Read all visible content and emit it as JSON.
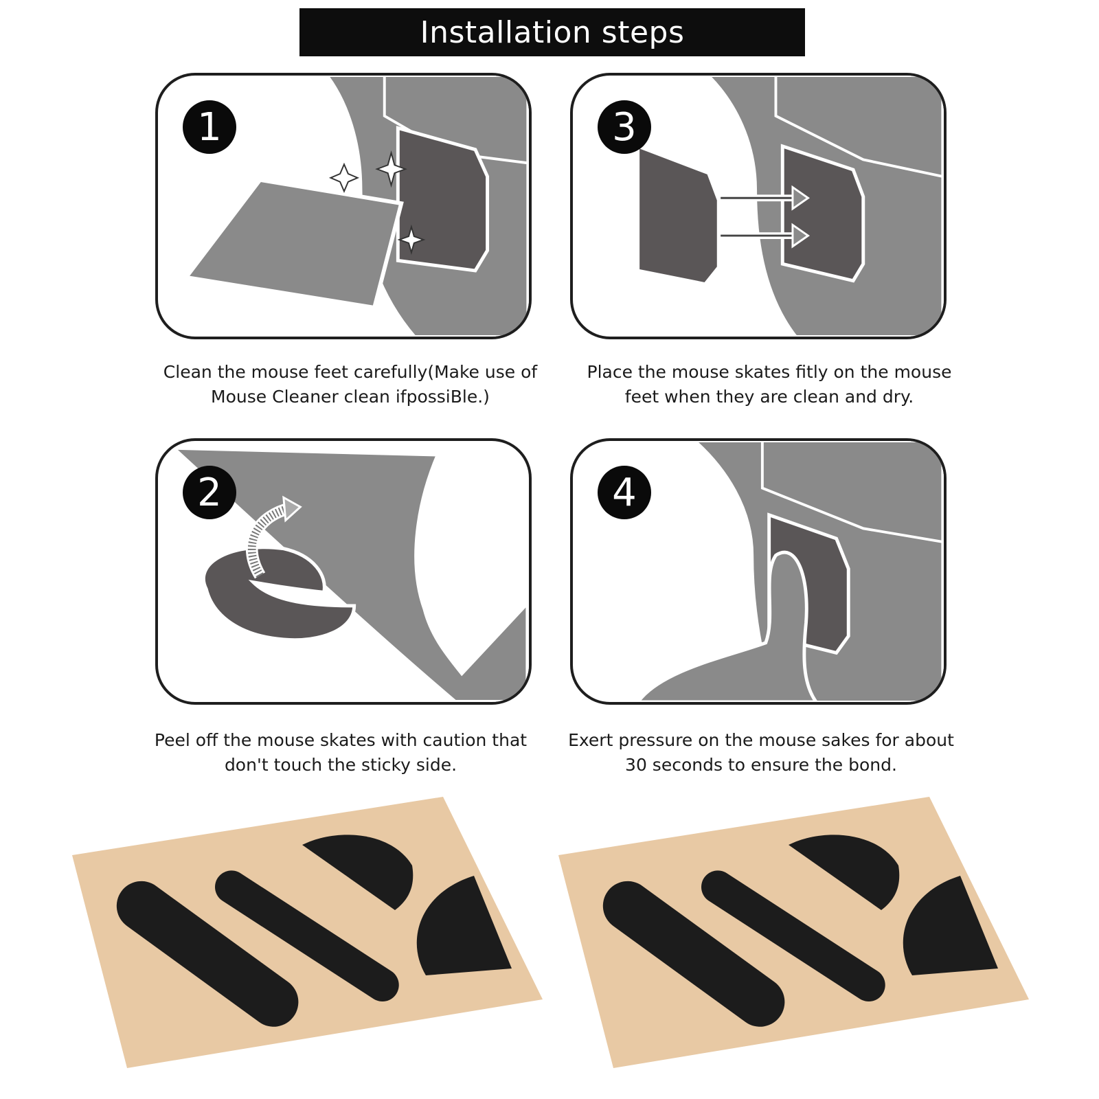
{
  "header": {
    "title": "Installation steps"
  },
  "steps": [
    {
      "number": "1",
      "line1": "Clean the mouse feet carefully(Make use of",
      "line2": "Mouse Cleaner clean ifpossiBle.)"
    },
    {
      "number": "2",
      "line1": "Peel off the mouse skates with caution that",
      "line2": "don't touch the sticky side."
    },
    {
      "number": "3",
      "line1": "Place the mouse skates fitly on the mouse",
      "line2": "feet when they are clean and dry."
    },
    {
      "number": "4",
      "line1": "Exert pressure on the mouse sakes for about",
      "line2": "30 seconds to ensure the bond."
    }
  ],
  "colors": {
    "title_bg": "#0d0d0d",
    "mouse_grey": "#8a8a8a",
    "skate_dark": "#5a5657",
    "paper": "#e8c9a4",
    "skate_black": "#1c1c1c"
  }
}
